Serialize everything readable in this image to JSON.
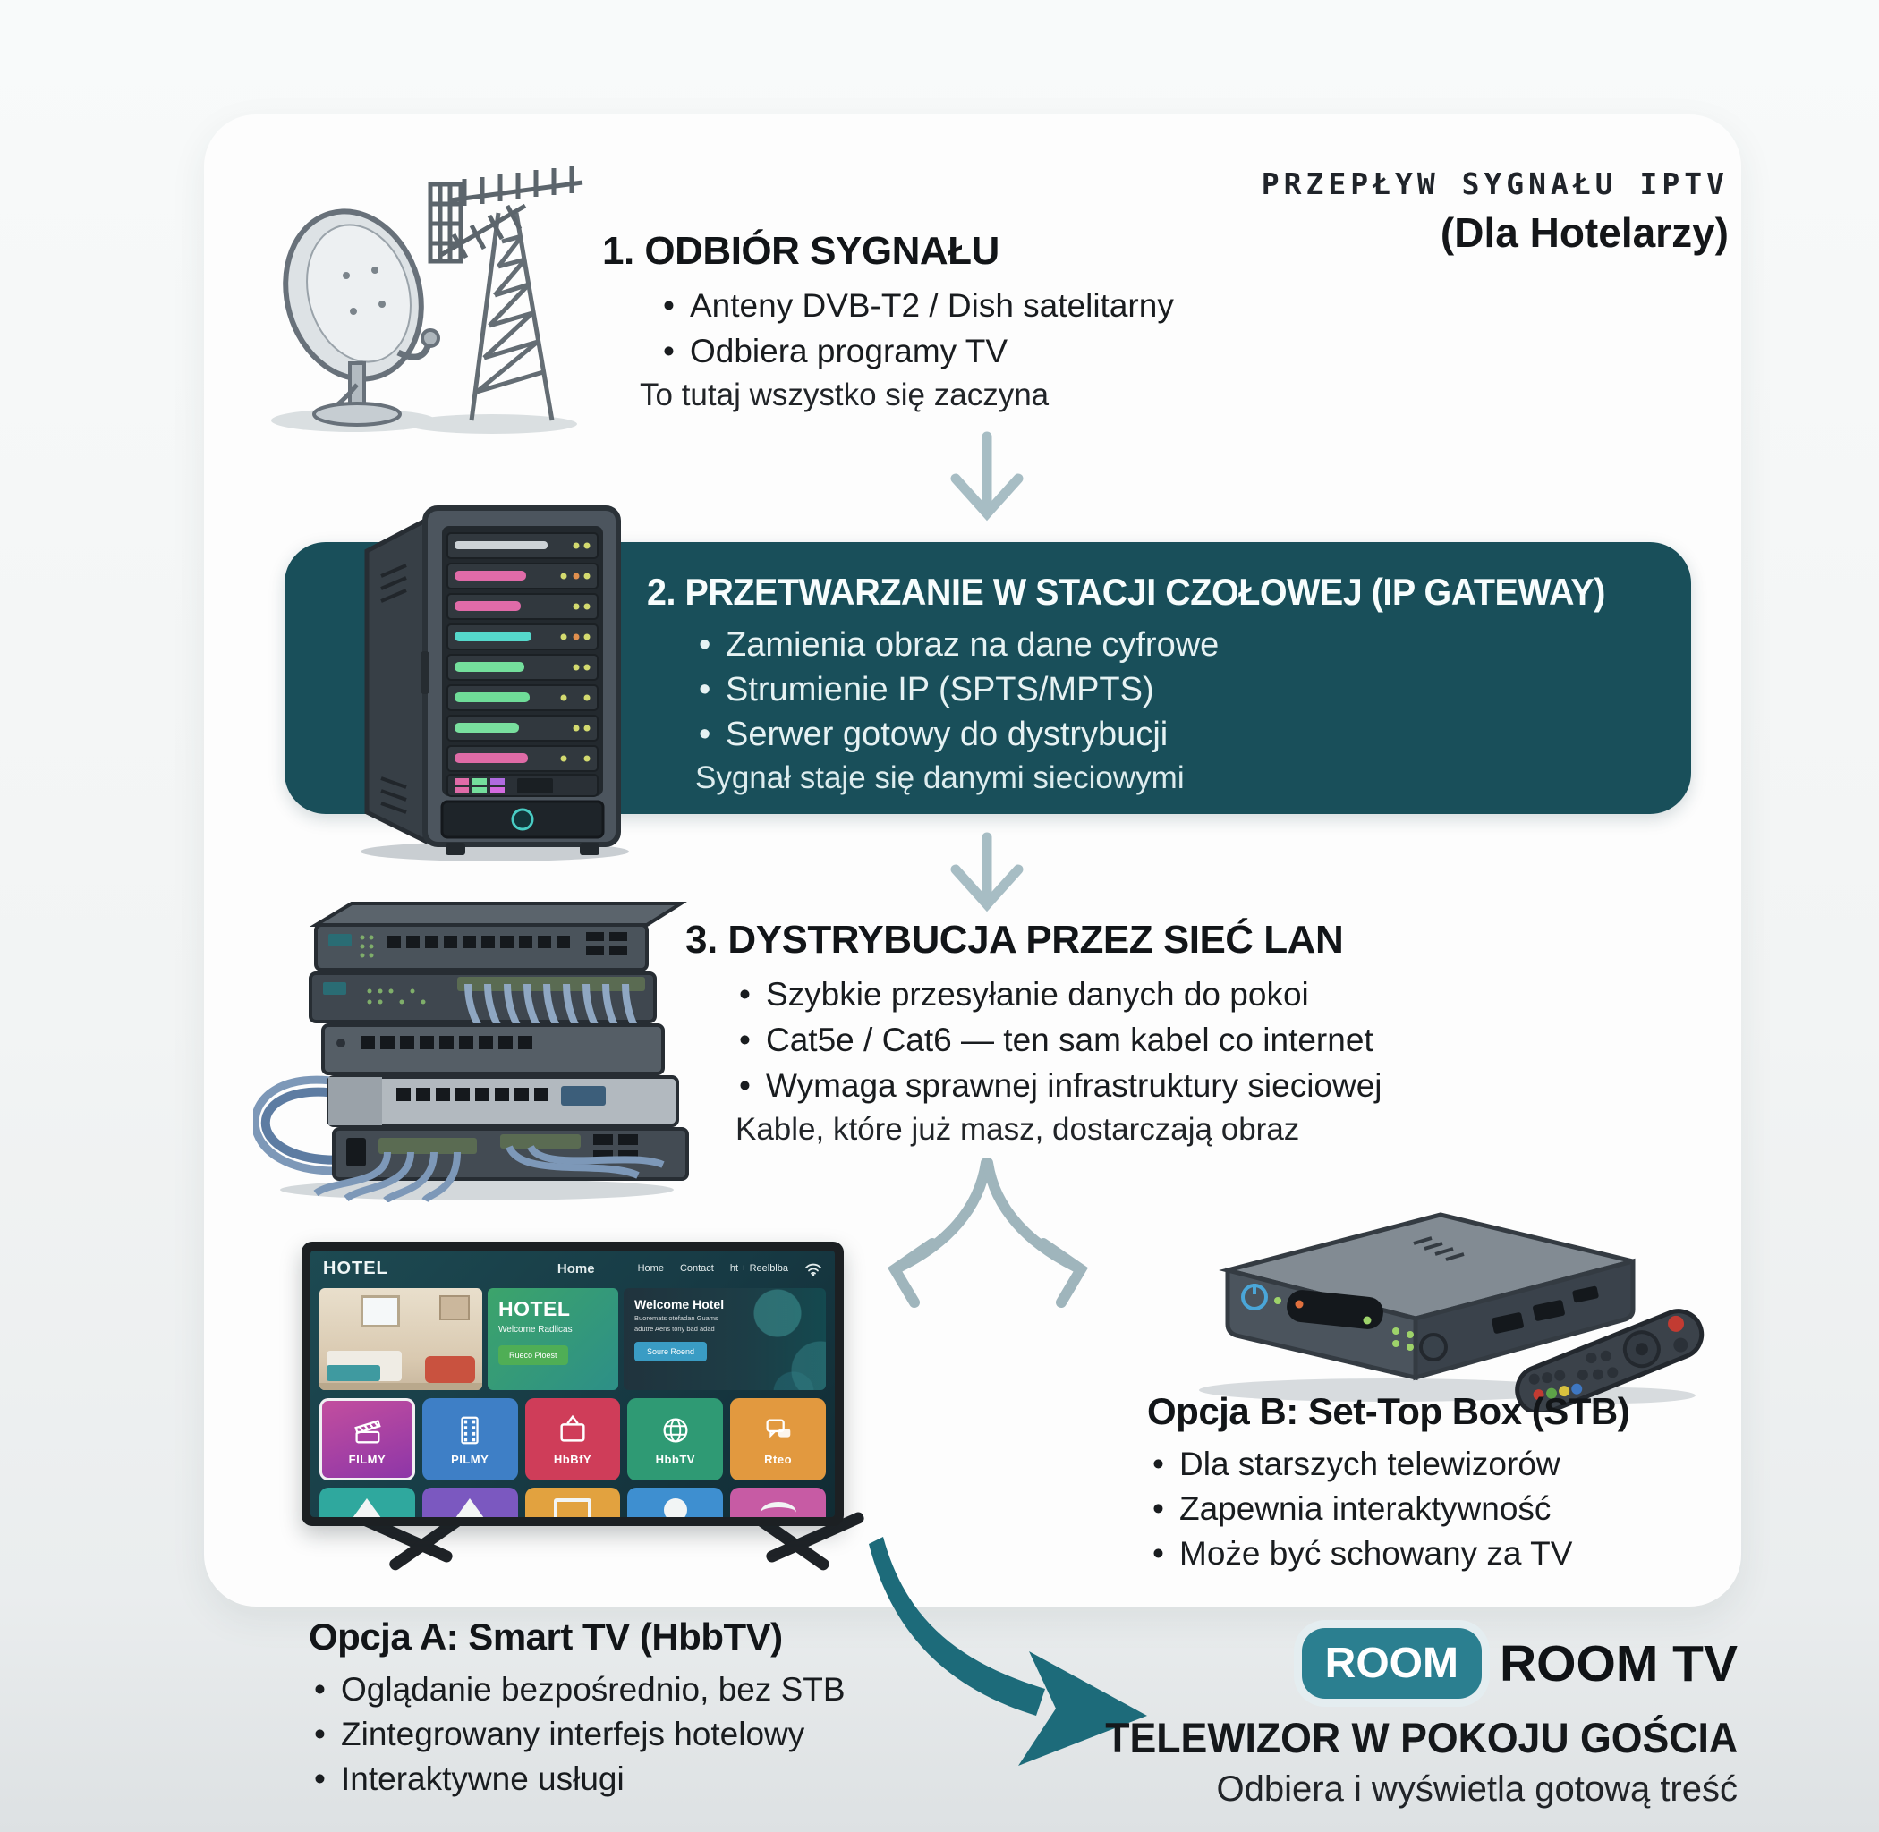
{
  "header": {
    "title": "PRZEPŁYW SYGNAŁU IPTV",
    "subtitle": "(Dla Hotelarzy)"
  },
  "steps": [
    {
      "title": "1. ODBIÓR SYGNAŁU",
      "bullets": [
        "Anteny DVB-T2 / Dish satelitarny",
        "Odbiera programy TV"
      ],
      "note": "To tutaj wszystko się zaczyna"
    },
    {
      "title": "2. PRZETWARZANIE W STACJI CZOŁOWEJ (IP GATEWAY)",
      "bullets": [
        "Zamienia obraz na dane cyfrowe",
        "Strumienie IP (SPTS/MPTS)",
        "Serwer gotowy do dystrybucji"
      ],
      "note": "Sygnał staje się danymi sieciowymi"
    },
    {
      "title": "3. DYSTRYBUCJA PRZEZ SIEĆ LAN",
      "bullets": [
        "Szybkie przesyłanie danych do pokoi",
        "Cat5e / Cat6 — ten sam kabel co internet",
        "Wymaga sprawnej infrastruktury sieciowej"
      ],
      "note": "Kable, które już masz, dostarczają obraz"
    }
  ],
  "option_a": {
    "title": "Opcja A: Smart TV (HbbTV)",
    "bullets": [
      "Oglądanie bezpośrednio, bez STB",
      "Zintegrowany interfejs hotelowy",
      "Interaktywne usługi"
    ]
  },
  "option_b": {
    "title": "Opcja B: Set-Top Box (STB)",
    "bullets": [
      "Dla starszych telewizorów",
      "Zapewnia interaktywność",
      "Może być schowany za TV"
    ]
  },
  "room_tv": {
    "badge": "ROOM",
    "title": "ROOM TV",
    "subtitle": "TELEWIZOR W POKOJU GOŚCIA",
    "note": "Odbiera i wyświetla gotową treść"
  },
  "tv_screen": {
    "logo": "HOTEL",
    "nav": [
      "Home",
      "Home",
      "Contact",
      "ht + Reelblba"
    ],
    "hero_center": {
      "title": "HOTEL",
      "subtitle": "Welcome Radlicas",
      "button": "Rueco Ploest"
    },
    "hero_right": {
      "title": "Welcome Hotel",
      "line1": "Buoremats otefadan Guams",
      "line2": "adutre Aens tony bad adad",
      "button": "Soure Roend"
    },
    "tiles": [
      {
        "label": "FILMY"
      },
      {
        "label": "PILMY"
      },
      {
        "label": "HbBfY"
      },
      {
        "label": "HbbTV"
      },
      {
        "label": "Rteo"
      }
    ]
  },
  "colors": {
    "banner_teal": "#194f5a",
    "accent_arrow_teal": "#1d6b7a",
    "badge_teal": "#2b7f90",
    "flow_arrow_gray": "#a7bdc4",
    "tile_colors": [
      "#b13a9e",
      "#3e7fc6",
      "#cf3d59",
      "#2f9a74",
      "#e2993f"
    ]
  }
}
